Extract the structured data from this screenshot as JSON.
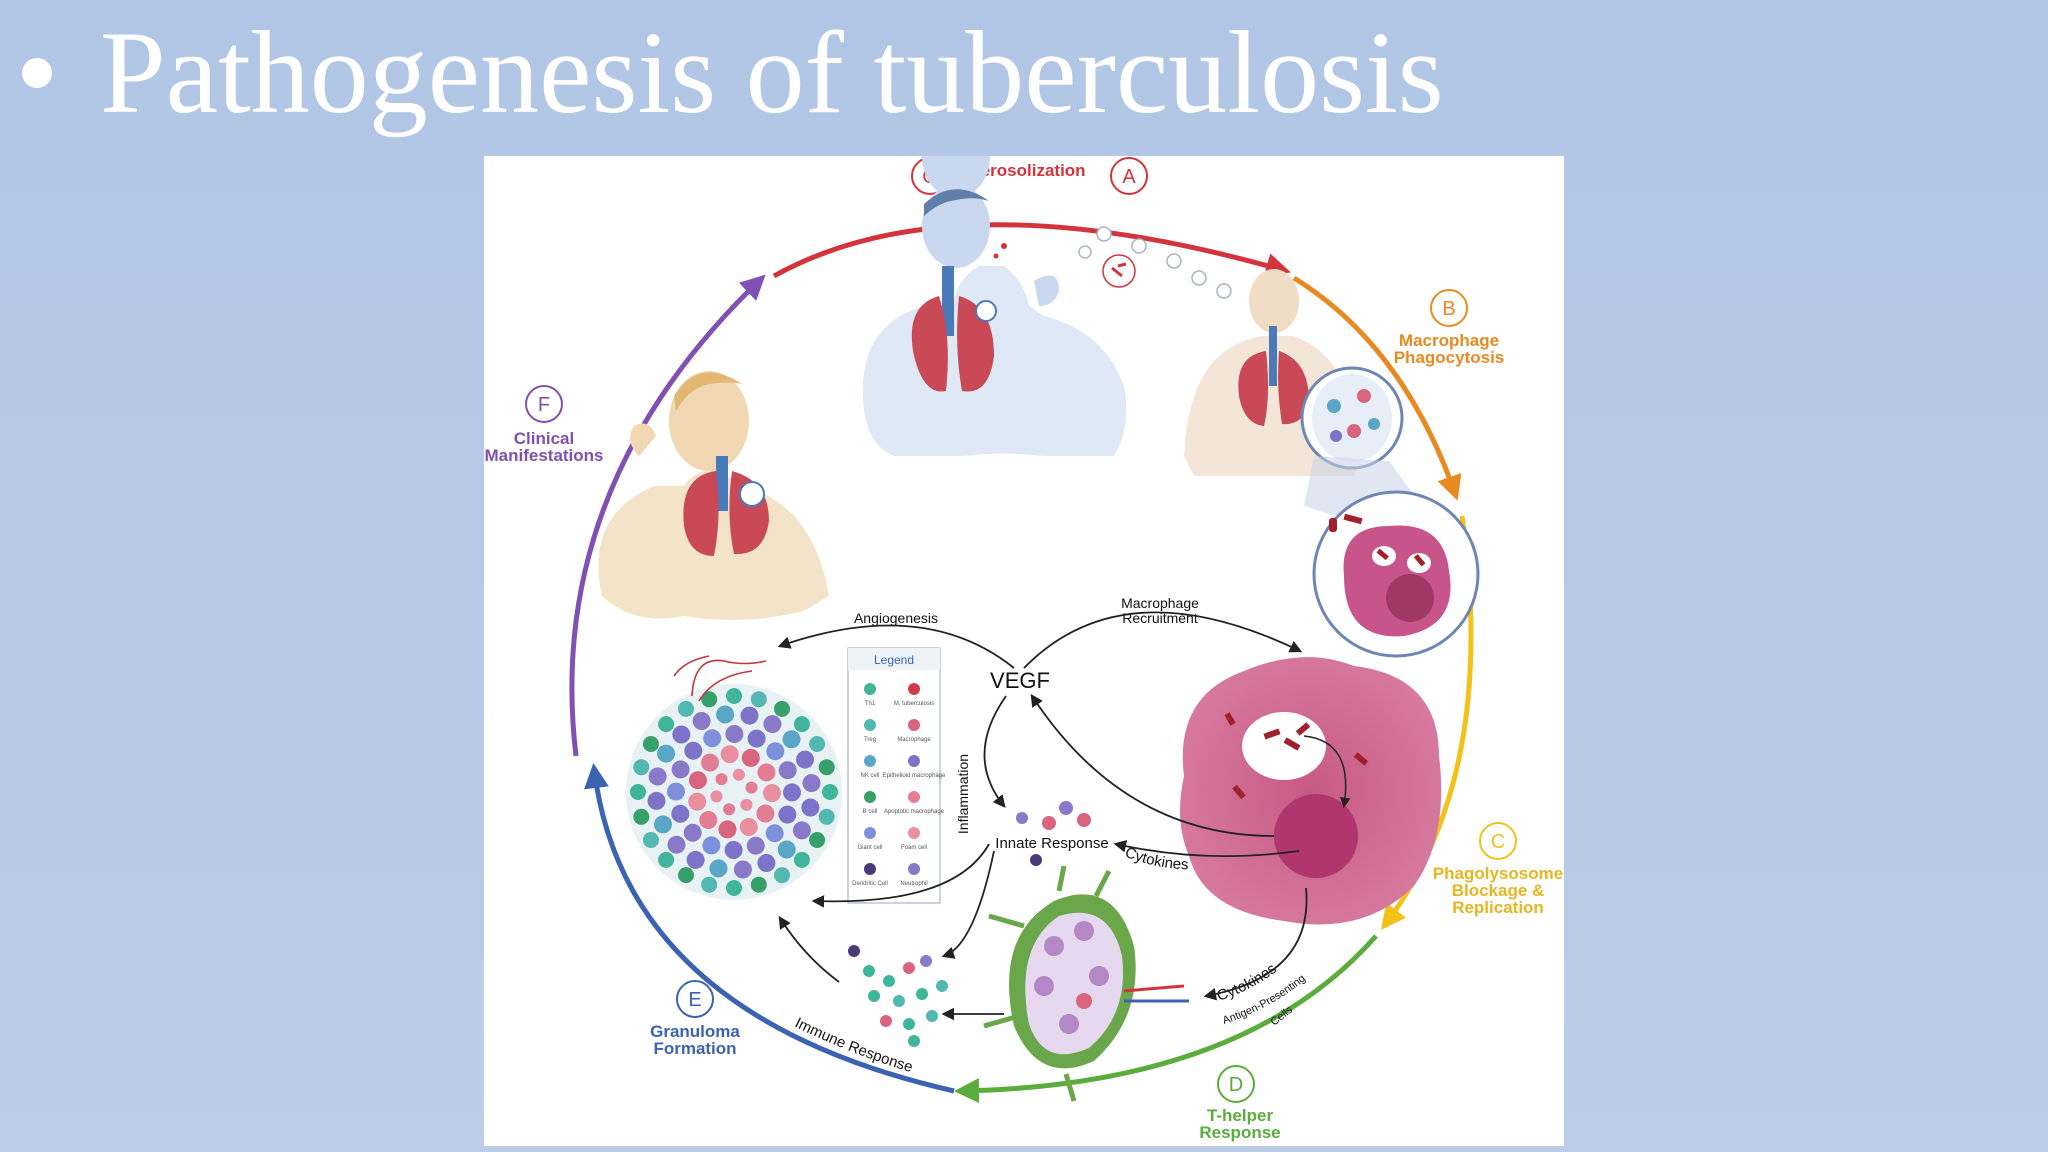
{
  "slide": {
    "bullet": "•",
    "title": "Pathogenesis of tuberculosis"
  },
  "diagram": {
    "stages": {
      "g_letter": "G",
      "a_letter": "A",
      "aerosolization": "Aerosolization",
      "b_letter": "B",
      "b_line1": "Macrophage",
      "b_line2": "Phagocytosis",
      "c_letter": "C",
      "c_line1": "Phagolysosome",
      "c_line2": "Blockage &",
      "c_line3": "Replication",
      "d_letter": "D",
      "d_line1": "T-helper",
      "d_line2": "Response",
      "e_letter": "E",
      "e_line1": "Granuloma",
      "e_line2": "Formation",
      "f_letter": "F",
      "f_line1": "Clinical",
      "f_line2": "Manifestations"
    },
    "labels": {
      "vegf": "VEGF",
      "angiogenesis": "Angiogenesis",
      "macrophage_recruitment_1": "Macrophage",
      "macrophage_recruitment_2": "Recruitment",
      "inflammation": "Inflammation",
      "innate_response": "Innate Response",
      "cytokines_upper": "Cytokines",
      "cytokines_lower": "Cytokines",
      "apc_1": "Antigen-Presenting",
      "apc_2": "Cells",
      "immune_response": "Immune Response"
    },
    "legend": {
      "title": "Legend",
      "items": [
        {
          "label": "Th1",
          "color": "#3fb59b"
        },
        {
          "label": "M. tuberculosis",
          "color": "#d13b4a"
        },
        {
          "label": "Treg",
          "color": "#52b8b0"
        },
        {
          "label": "Macrophage",
          "color": "#d8647e"
        },
        {
          "label": "NK cell",
          "color": "#5aa6c6"
        },
        {
          "label": "Epithelioid macrophage",
          "color": "#7d73c9"
        },
        {
          "label": "B cell",
          "color": "#37a06a"
        },
        {
          "label": "Apoptotic macrophage",
          "color": "#e37d93"
        },
        {
          "label": "Giant cell",
          "color": "#7e8fdc"
        },
        {
          "label": "Foam cell",
          "color": "#ea8fa0"
        },
        {
          "label": "Dendritic Cell",
          "color": "#4b3a7a"
        },
        {
          "label": "Neutrophil",
          "color": "#8a78c8"
        }
      ]
    },
    "colors": {
      "red": "#d3343c",
      "orange": "#e88a22",
      "yellow": "#f2c21a",
      "green": "#5aac3c",
      "blue": "#3c62b2",
      "purple": "#8050b2"
    }
  }
}
